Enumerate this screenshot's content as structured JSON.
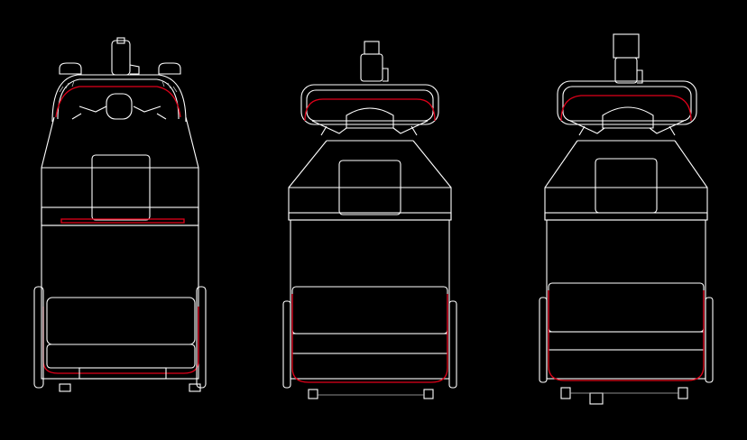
{
  "drawing": {
    "background_color": "#000000",
    "line_color": "#ffffff",
    "accent_line_color": "#e0001a",
    "views": [
      {
        "name": "cab-plan-view-left"
      },
      {
        "name": "cab-plan-view-center"
      },
      {
        "name": "cab-plan-view-right"
      }
    ]
  }
}
